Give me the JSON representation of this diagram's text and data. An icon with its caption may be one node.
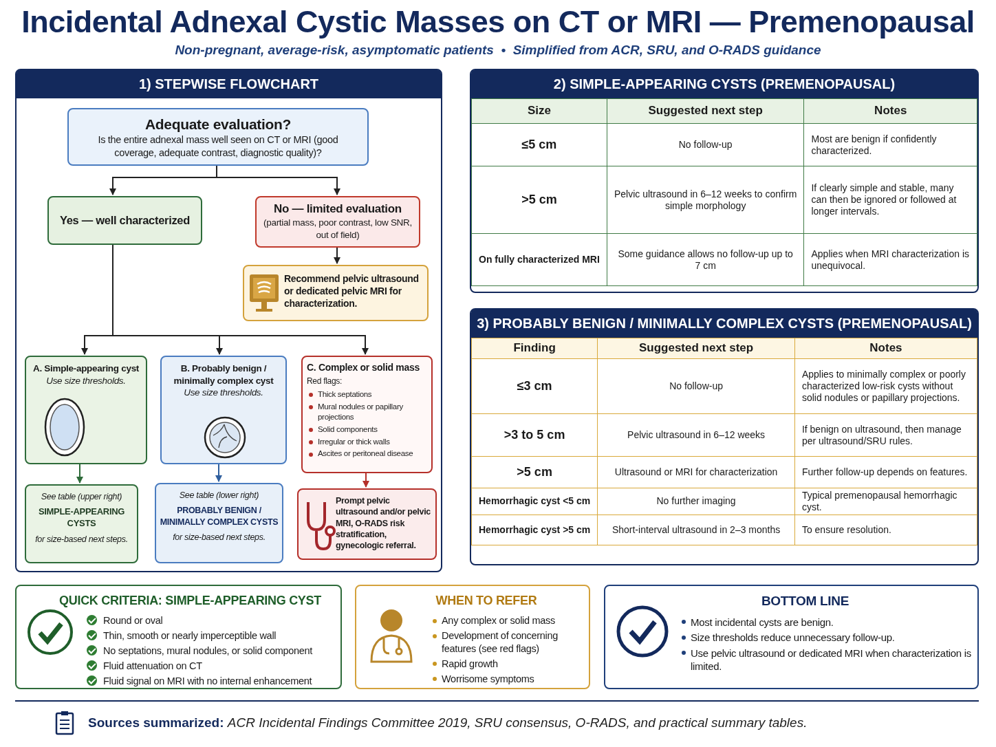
{
  "diagram": {
    "title": "Incidental Adnexal Cystic Masses on CT or MRI — Premenopausal",
    "caption": "Non-pregnant, average-risk, asymptomatic patients  •  Simplified from ACR, SRU, and O-RADS guidance",
    "nodes": [
      {
        "text": [
          "1) STEPWISE FLOWCHART"
        ]
      },
      {
        "text": [
          "Adequate evaluation?",
          "Is the entire adnexal mass well seen on CT or MRI (good coverage, adequate contrast, diagnostic quality)?"
        ],
        "in": 0
      },
      {
        "text": [
          "Yes — well characterized"
        ],
        "in": 0
      },
      {
        "text": [
          "No — limited evaluation",
          "(partial mass, poor contrast, low SNR, out of field)"
        ],
        "in": 0
      },
      {
        "text": [
          "Recommend pelvic ultrasound or dedicated pelvic MRI for characterization."
        ],
        "in": 0
      },
      {
        "text": [
          "A. Simple-appearing cyst",
          "Use size thresholds."
        ],
        "in": 0
      },
      {
        "text": [
          "B. Probably benign / minimally complex cyst",
          "Use size thresholds."
        ],
        "in": 0
      },
      {
        "text": [
          "C. Complex or solid mass",
          "Red flags:",
          "Thick septations",
          "Mural nodules or papillary projections",
          "Solid components",
          "Irregular or thick walls",
          "Ascites or peritoneal disease"
        ],
        "in": 0
      },
      {
        "text": [
          "See table (upper right)",
          "SIMPLE-APPEARING CYSTS",
          "for size-based next steps."
        ],
        "in": 0
      },
      {
        "text": [
          "See table (lower right)",
          "PROBABLY BENIGN / MINIMALLY COMPLEX CYSTS",
          "for size-based next steps."
        ],
        "in": 0
      },
      {
        "text": [
          "Prompt pelvic ultrasound and/or pelvic MRI, O-RADS risk stratification, gynecologic referral."
        ],
        "in": 0
      },
      {
        "text": [
          "2) SIMPLE-APPEARING CYSTS (PREMENOPAUSAL)"
        ]
      },
      {
        "text": [
          "3) PROBABLY BENIGN / MINIMALLY COMPLEX CYSTS (PREMENOPAUSAL)"
        ]
      },
      {
        "text": [
          "QUICK CRITERIA: SIMPLE-APPEARING CYST",
          "Round or oval",
          "Thin, smooth or nearly imperceptible wall",
          "No septations, mural nodules, or solid component",
          "Fluid attenuation on CT",
          "Fluid signal on MRI with no internal enhancement"
        ]
      },
      {
        "text": [
          "WHEN TO REFER",
          "Any complex or solid mass",
          "Development of concerning features (see red flags)",
          "Rapid growth",
          "Worrisome symptoms"
        ]
      },
      {
        "text": [
          "BOTTOM LINE",
          "Most incidental cysts are benign.",
          "Size thresholds reduce unnecessary follow-up.",
          "Use pelvic ultrasound or dedicated MRI when characterization is limited."
        ]
      }
    ],
    "edges": [
      {
        "from": 1,
        "to": 2,
        "arrow": "to"
      },
      {
        "from": 1,
        "to": 3,
        "arrow": "to"
      },
      {
        "from": 3,
        "to": 4,
        "arrow": "to"
      },
      {
        "from": 2,
        "to": 5,
        "arrow": "to"
      },
      {
        "from": 2,
        "to": 6,
        "arrow": "to"
      },
      {
        "from": 2,
        "to": 7,
        "arrow": "to"
      },
      {
        "from": 5,
        "to": 8,
        "arrow": "to",
        "color": "#2e6b3a"
      },
      {
        "from": 6,
        "to": 9,
        "arrow": "to",
        "color": "#2f5f9e"
      },
      {
        "from": 7,
        "to": 10,
        "arrow": "to",
        "color": "#b5302a"
      }
    ],
    "labels": [
      "Size",
      "Suggested next step",
      "Notes",
      "≤5 cm",
      "No follow-up",
      "Most are benign if confidently characterized.",
      ">5 cm",
      "Pelvic ultrasound in 6–12 weeks to confirm simple morphology",
      "If clearly simple and stable, many can then be ignored or followed at longer intervals.",
      "On fully characterized MRI",
      "Some guidance allows no follow-up up to 7 cm",
      "Applies when MRI characterization is unequivocal.",
      "Finding",
      "Suggested next step",
      "Notes",
      "≤3 cm",
      "No follow-up",
      "Applies to minimally complex or poorly characterized low-risk cysts without solid nodules or papillary projections.",
      ">3 to 5 cm",
      "Pelvic ultrasound in 6–12 weeks",
      "If benign on ultrasound, then manage per ultrasound/SRU rules.",
      ">5 cm",
      "Ultrasound or MRI for characterization",
      "Further follow-up depends on features.",
      "Hemorrhagic cyst <5 cm",
      "No further imaging",
      "Typical premenopausal hemorrhagic cyst.",
      "Hemorrhagic cyst >5 cm",
      "Short-interval ultrasound in 2–3 months",
      "To ensure resolution.",
      "**Sources summarized:** *ACR Incidental Findings Committee 2019, SRU consensus, O-RADS, and practical summary tables.*"
    ]
  }
}
